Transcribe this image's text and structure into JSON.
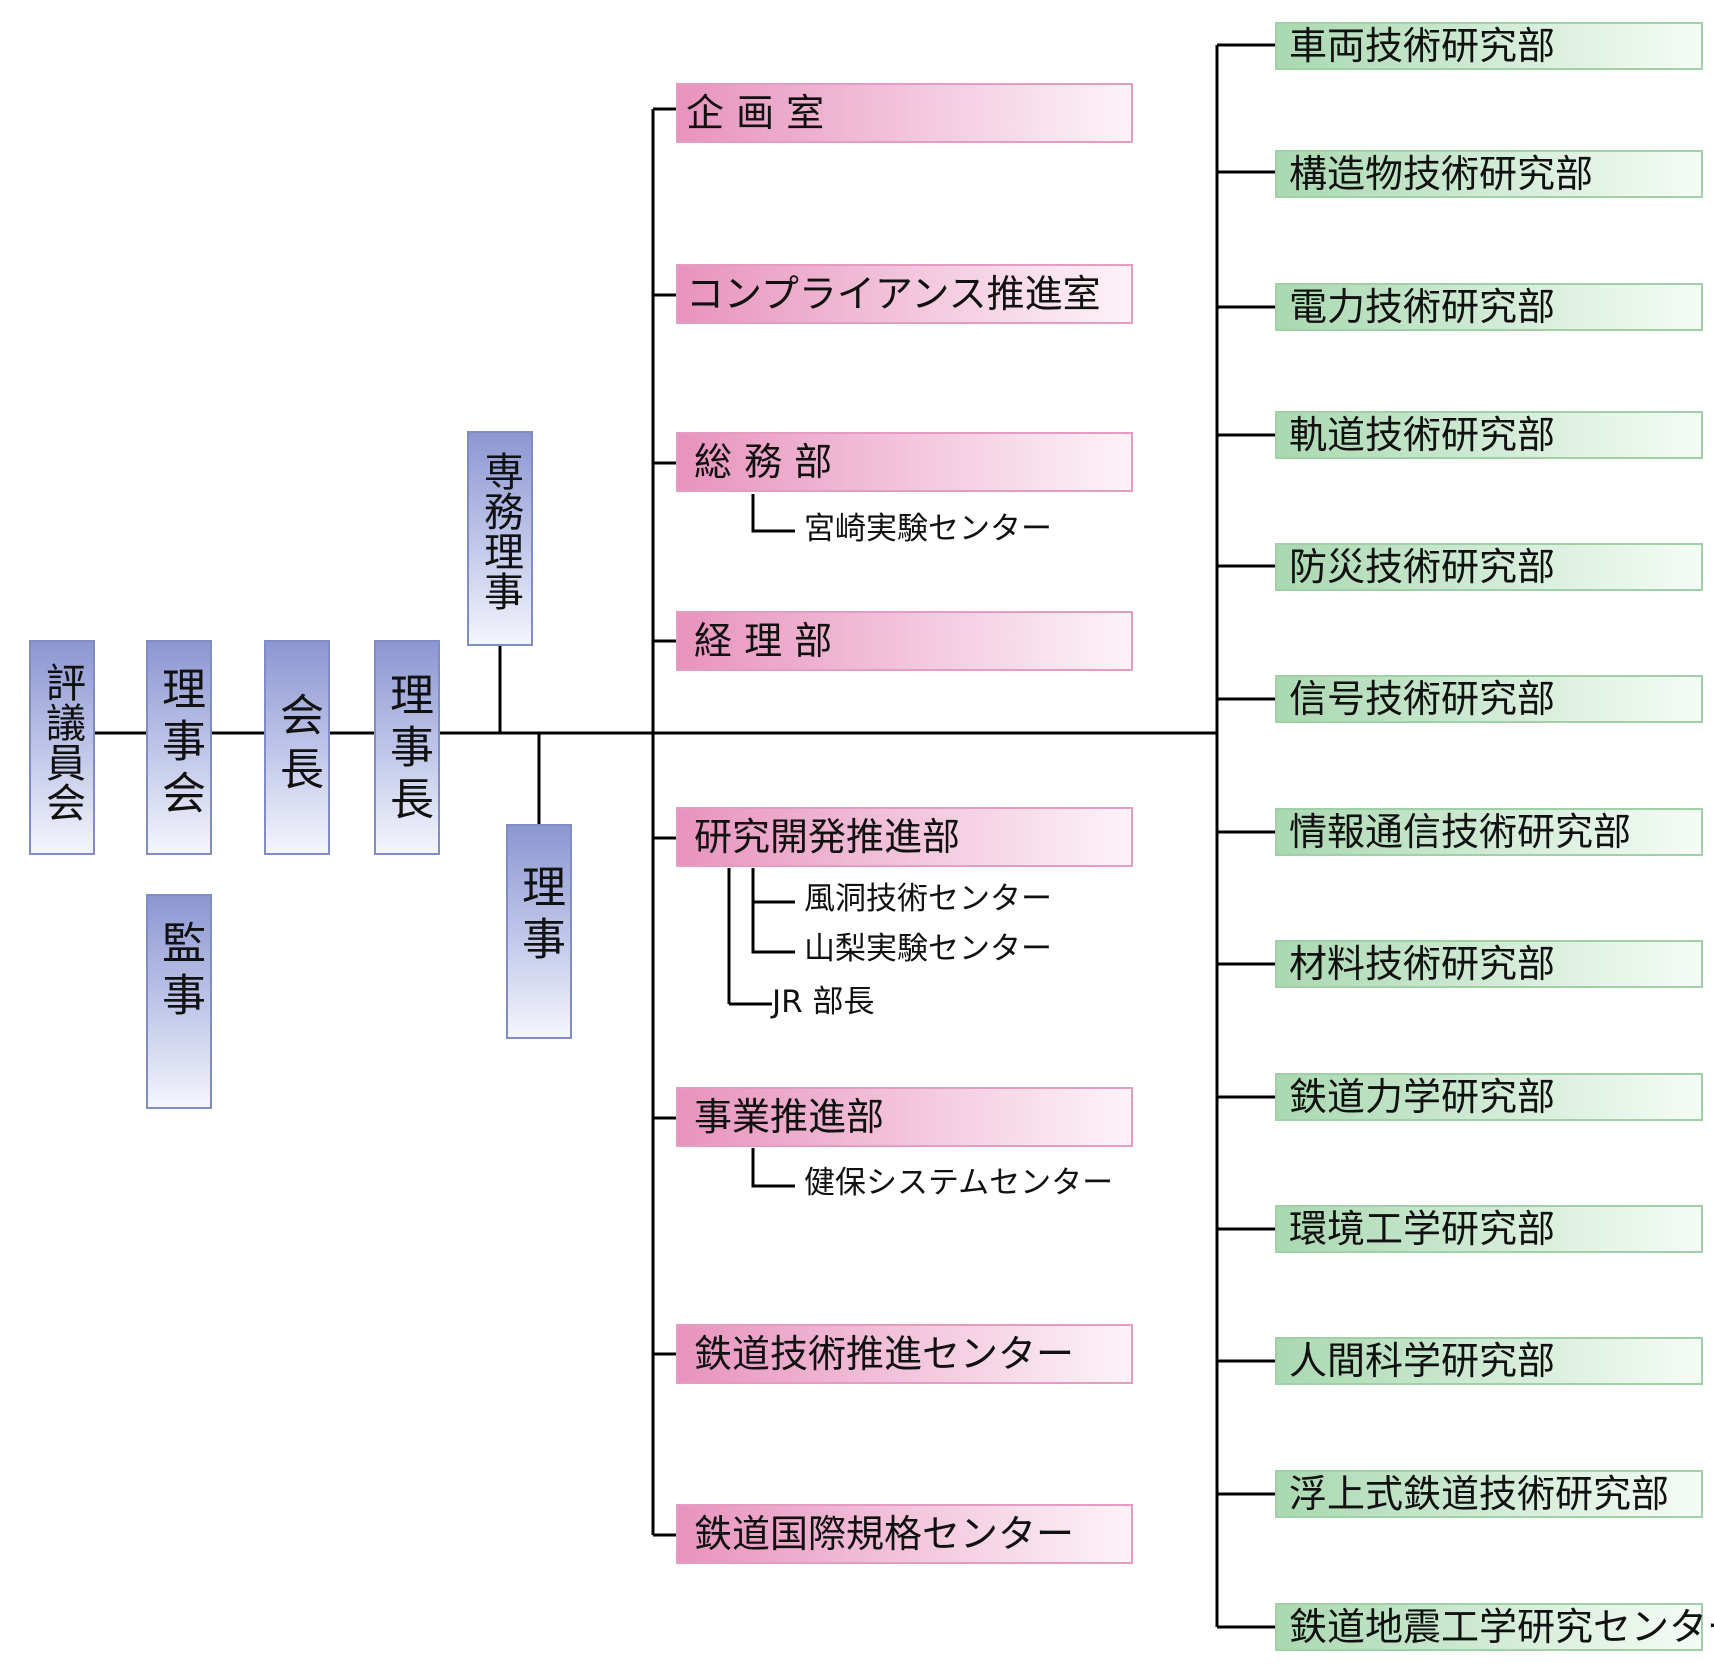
{
  "executives": {
    "council": "評議員会",
    "board": "理事会",
    "auditor": "監事",
    "chairman": "会長",
    "president": "理事長",
    "managing_director": "専務理事",
    "director": "理事"
  },
  "departments": {
    "planning": "企 画 室",
    "compliance": "コンプライアンス推進室",
    "general_affairs": "総 務 部",
    "miyazaki": "宮崎実験センター",
    "accounting": "経 理 部",
    "rd_promotion": "研究開発推進部",
    "wind_tunnel": "風洞技術センター",
    "yamanashi": "山梨実験センター",
    "jr_director": "JR 部長",
    "business": "事業推進部",
    "health": "健保システムセンター",
    "tech_promotion": "鉄道技術推進センター",
    "intl_standards": "鉄道国際規格センター"
  },
  "research": [
    "車両技術研究部",
    "構造物技術研究部",
    "電力技術研究部",
    "軌道技術研究部",
    "防災技術研究部",
    "信号技術研究部",
    "情報通信技術研究部",
    "材料技術研究部",
    "鉄道力学研究部",
    "環境工学研究部",
    "人間科学研究部",
    "浮上式鉄道技術研究部",
    "鉄道地震工学研究センター"
  ],
  "colors": {
    "executive_border": "#7f8cc6",
    "department_border": "#e59cc2",
    "research_border": "#9fd0a6",
    "line": "#000000"
  }
}
